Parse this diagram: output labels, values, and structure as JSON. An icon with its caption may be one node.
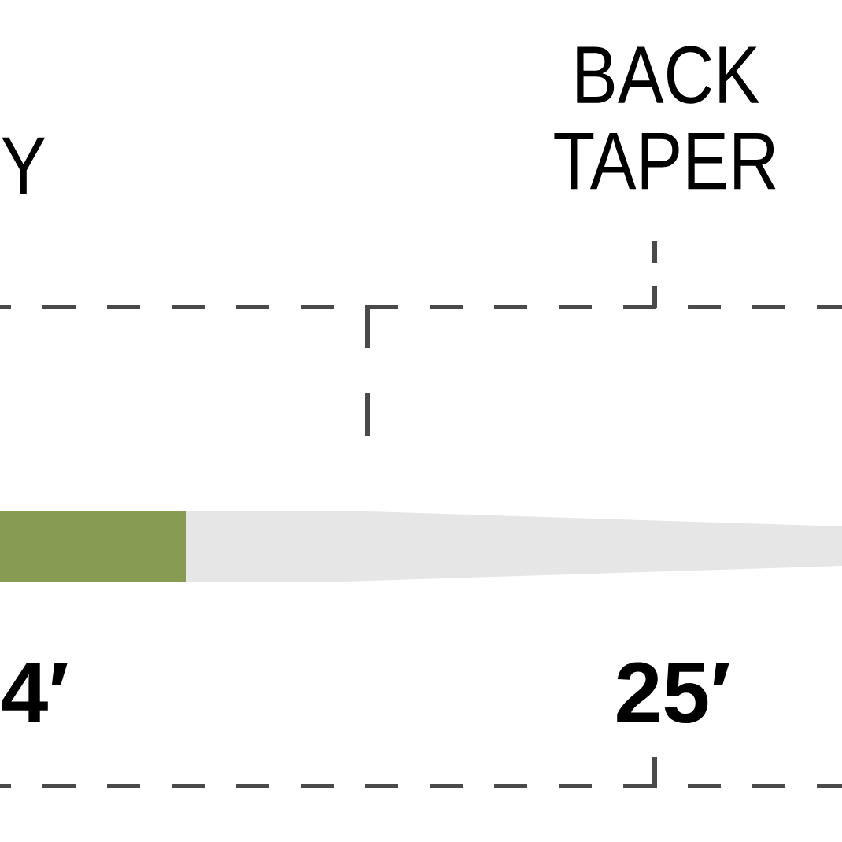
{
  "diagram": {
    "nodes": [
      {
        "text": [],
        "shape": "bar"
      },
      {
        "text": [],
        "shape": "bar"
      }
    ],
    "labels": [
      "Y",
      "BACK TAPER",
      "4′",
      "25′"
    ]
  }
}
